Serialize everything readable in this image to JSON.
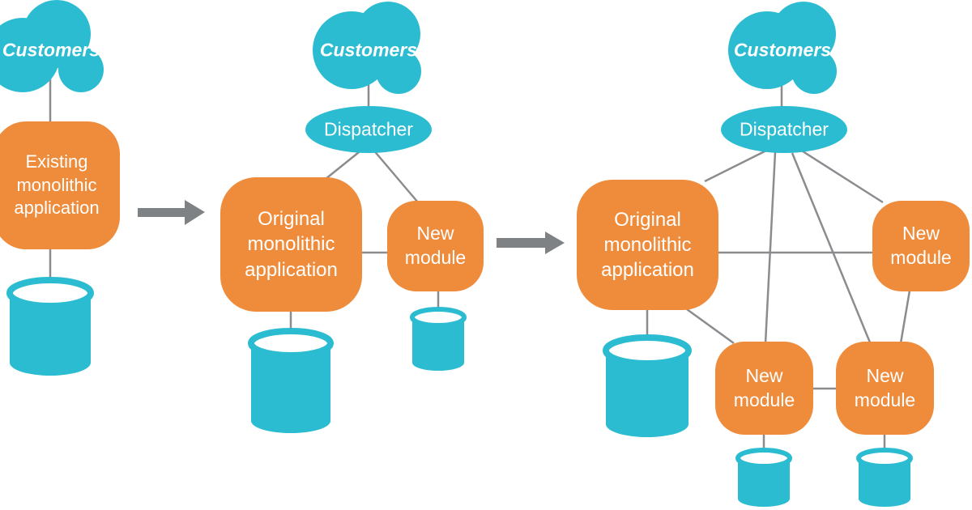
{
  "diagram": {
    "title_semantic": "Monolith to microservices migration (strangler pattern)",
    "stage1": {
      "cloud_label": "Customers",
      "monolith_label": "Existing monolithic application"
    },
    "stage2": {
      "cloud_label": "Customers",
      "dispatcher_label": "Dispatcher",
      "monolith_label": "Original monolithic application",
      "new_module_label": "New module"
    },
    "stage3": {
      "cloud_label": "Customers",
      "dispatcher_label": "Dispatcher",
      "monolith_label": "Original monolithic application",
      "new_module_top_label": "New module",
      "new_module_bottom_left_label": "New module",
      "new_module_bottom_right_label": "New module"
    },
    "colors": {
      "teal": "#2bbcd1",
      "orange": "#ef8c3c",
      "line_gray": "#8a8c8f",
      "arrow_gray": "#7f8285",
      "label_white": "#ffffff"
    }
  }
}
